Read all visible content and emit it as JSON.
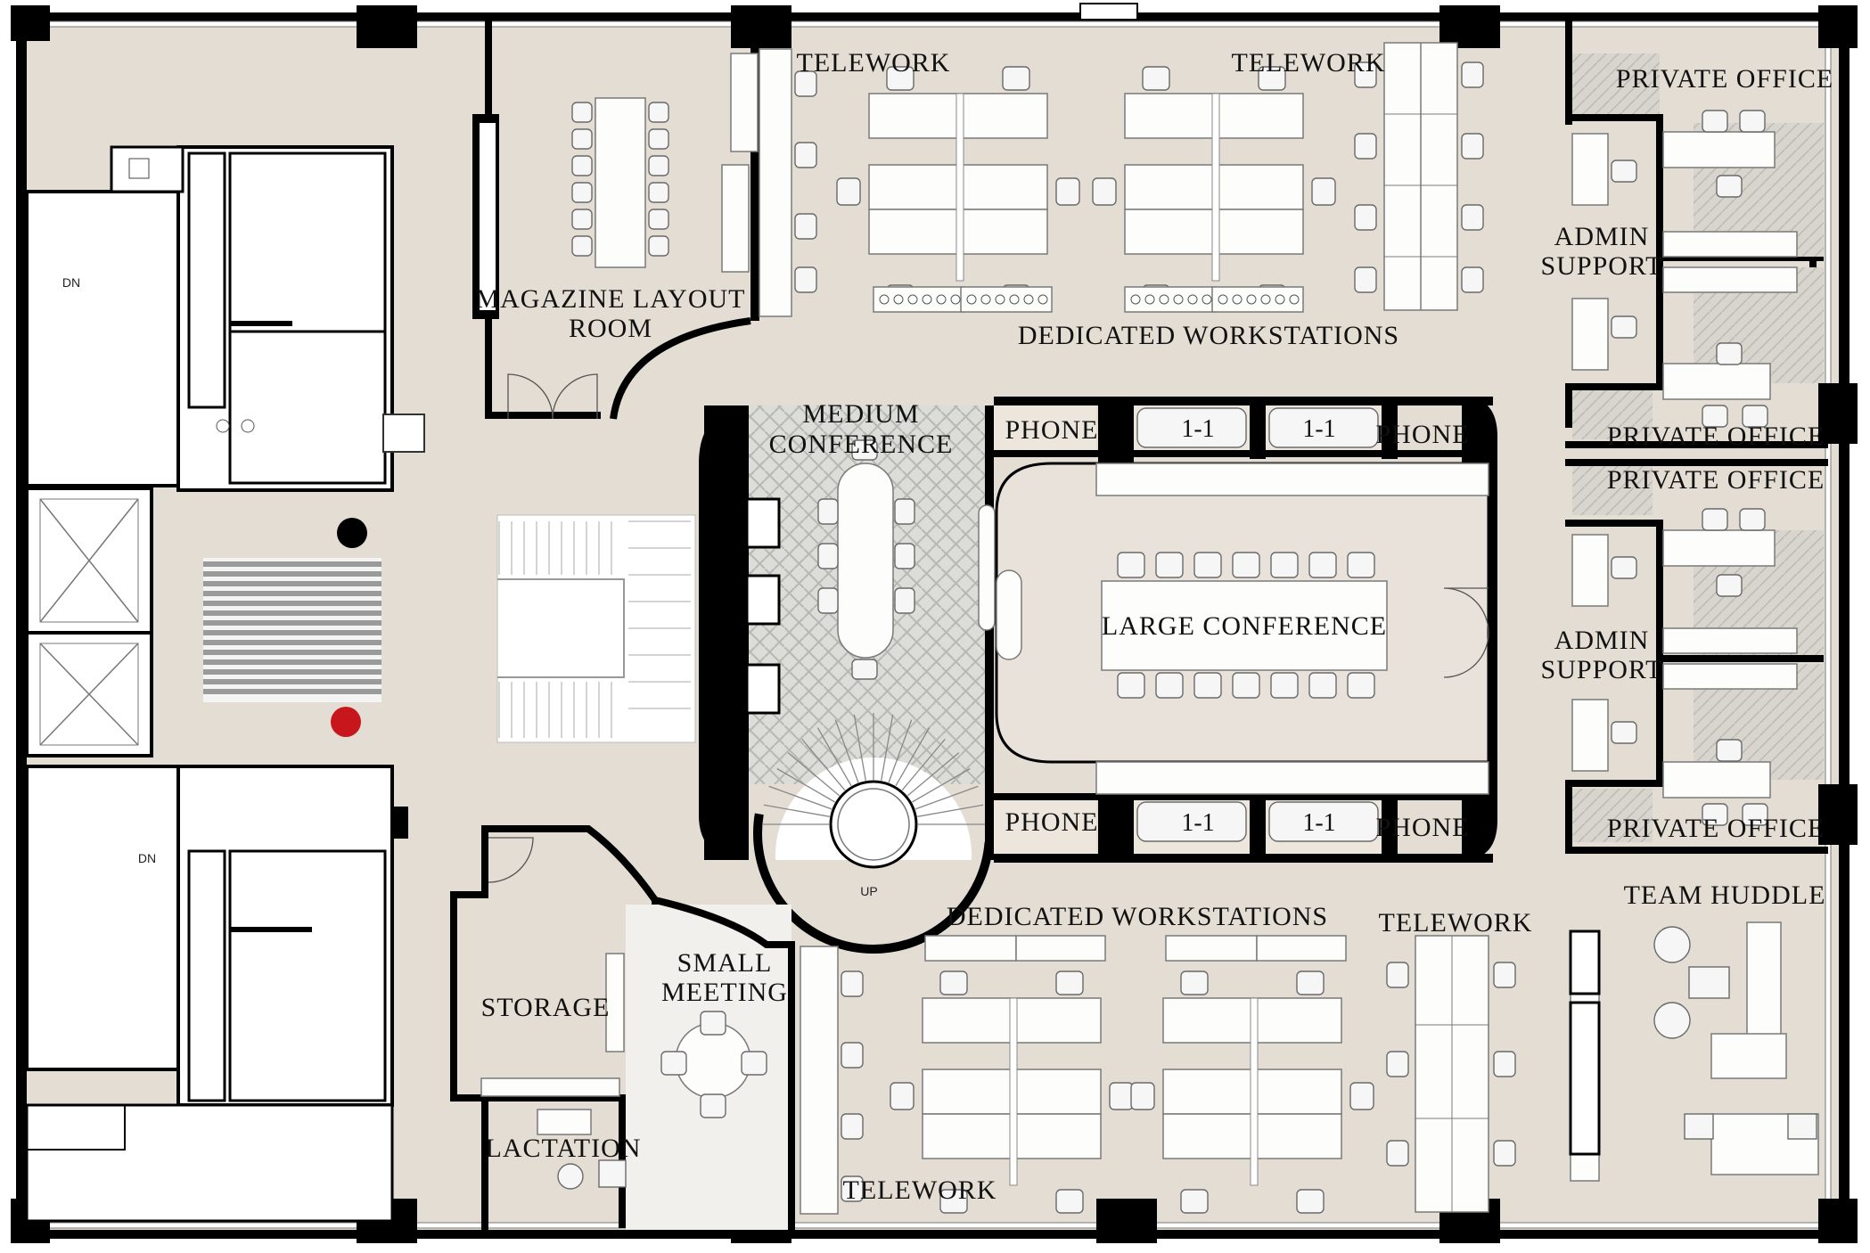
{
  "rooms": {
    "magazine_layout_room": [
      "MAGAZINE LAYOUT",
      "ROOM"
    ],
    "telework_top_left": "TELEWORK",
    "telework_top_right": "TELEWORK",
    "dedicated_workstations_top": "DEDICATED WORKSTATIONS",
    "private_office_1": "PRIVATE OFFICE",
    "admin_support_1": [
      "ADMIN",
      "SUPPORT"
    ],
    "private_office_2": "PRIVATE  OFFICE",
    "private_office_3": "PRIVATE OFFICE",
    "admin_support_2": [
      "ADMIN",
      "SUPPORT"
    ],
    "private_office_4": "PRIVATE OFFICE",
    "medium_conference": [
      "MEDIUM",
      "CONFERENCE"
    ],
    "large_conference": "LARGE  CONFERENCE",
    "phone_top_left": "PHONE",
    "phone_top_right": "PHONE",
    "phone_bottom_left": "PHONE",
    "phone_bottom_right": "PHONE",
    "one_on_one_top_a": "1-1",
    "one_on_one_top_b": "1-1",
    "one_on_one_bottom_a": "1-1",
    "one_on_one_bottom_b": "1-1",
    "dedicated_workstations_bottom": "DEDICATED WORKSTATIONS",
    "telework_bottom_right": "TELEWORK",
    "telework_bottom_left": "TELEWORK",
    "team_huddle": "TEAM HUDDLE",
    "storage": "STORAGE",
    "small_meeting": [
      "SMALL",
      "MEETING"
    ],
    "lactation": "LACTATION"
  },
  "annotations": {
    "stair_up": "UP",
    "down_top": "DN",
    "down_bottom": "DN"
  },
  "colors": {
    "floor": "#e4ddd3",
    "wall": "#000000",
    "marker_black": "#000000",
    "marker_red": "#c8161d"
  }
}
